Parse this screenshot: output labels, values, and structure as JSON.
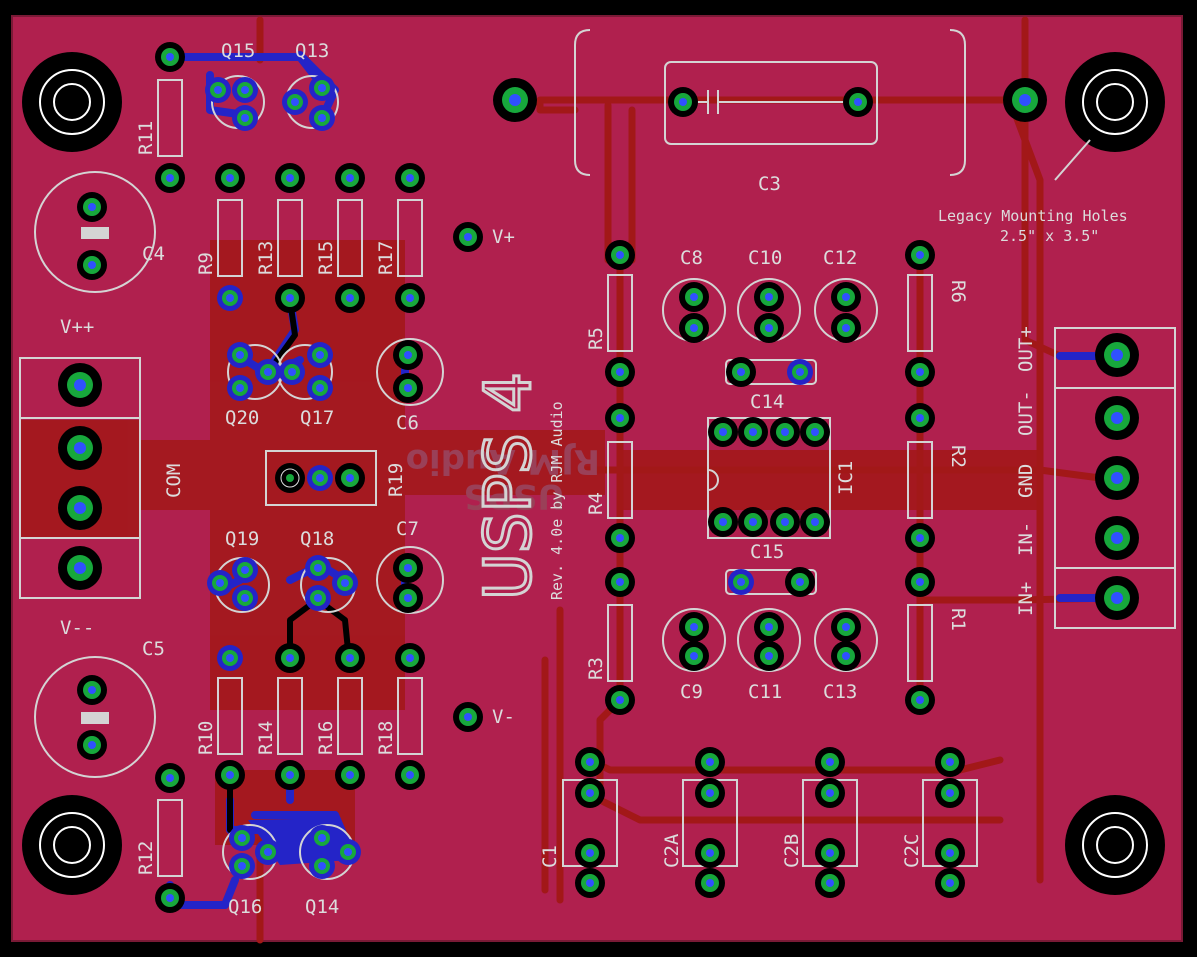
{
  "board": {
    "name": "USPS 4",
    "revision": "Rev. 4.0e by RJM Audio",
    "mirrored_text_1": "RJM Audio",
    "mirrored_text_2": "USPS",
    "note_line1": "Legacy Mounting Holes",
    "note_line2": "2.5\" x 3.5\""
  },
  "colors": {
    "board": "#b0204e",
    "copper_top": "#a21818",
    "copper_bottom": "#2424c8",
    "pad": "#17a83c",
    "silkscreen": "#d4d4d4"
  },
  "labels": {
    "q15": "Q15",
    "q13": "Q13",
    "r11": "R11",
    "r9": "R9",
    "r13": "R13",
    "r15": "R15",
    "r17": "R17",
    "c4": "C4",
    "vpp": "V++",
    "q20": "Q20",
    "q17": "Q17",
    "c6": "C6",
    "com": "COM",
    "r19": "R19",
    "q19": "Q19",
    "q18": "Q18",
    "c7": "C7",
    "vmm": "V--",
    "c5": "C5",
    "r10": "R10",
    "r14": "R14",
    "r16": "R16",
    "r18": "R18",
    "r12": "R12",
    "q16": "Q16",
    "q14": "Q14",
    "vplus": "V+",
    "vminus": "V-",
    "c3": "C3",
    "c8": "C8",
    "c10": "C10",
    "c12": "C12",
    "r5": "R5",
    "r6": "R6",
    "c14": "C14",
    "r4": "R4",
    "ic1": "IC1",
    "r2": "R2",
    "c15": "C15",
    "r3": "R3",
    "r1": "R1",
    "c9": "C9",
    "c11": "C11",
    "c13": "C13",
    "c1": "C1",
    "c2a": "C2A",
    "c2b": "C2B",
    "c2c": "C2C",
    "outp": "OUT+",
    "outm": "OUT-",
    "gnd": "GND",
    "inm": "IN-",
    "inp": "IN+"
  }
}
